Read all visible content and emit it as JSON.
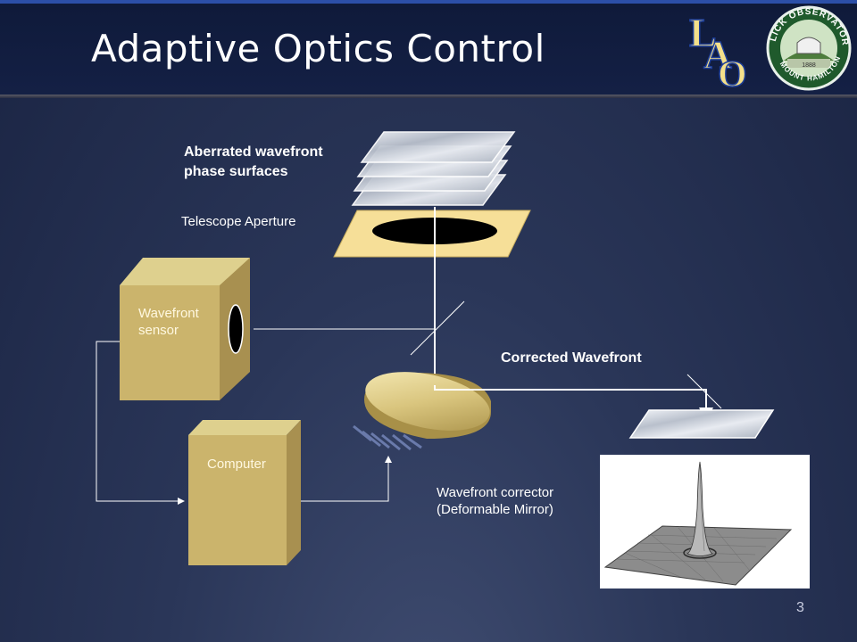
{
  "slide": {
    "title": "Adaptive Optics Control",
    "slide_number": "3"
  },
  "labels": {
    "aberrated": "Aberrated wavefront\nphase surfaces",
    "aperture": "Telescope Aperture",
    "sensor": "Wavefront\nsensor",
    "computer": "Computer",
    "corrected": "Corrected Wavefront",
    "corrector": "Wavefront corrector\n(Deformable Mirror)"
  },
  "logos": {
    "lao_letters": [
      "L",
      "A",
      "O"
    ],
    "seal_top": "LICK OBSERVATORY",
    "seal_bottom": "MOUNT HAMILTON",
    "seal_year": "1888"
  },
  "colors": {
    "box_face": "#cbb46c",
    "box_side": "#a89050",
    "box_top": "#ded08e",
    "aperture": "#f6df98",
    "line": "#ffffff"
  }
}
